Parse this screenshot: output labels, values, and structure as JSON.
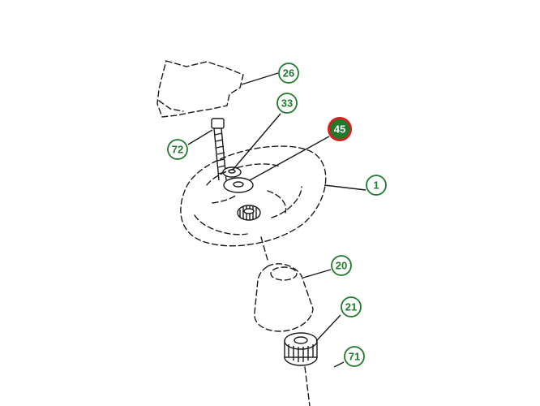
{
  "colors": {
    "callout_ring": "#1f7a2c",
    "callout_text": "#1f7a2c",
    "highlight_fill": "#1f7a2c",
    "highlight_ring": "#d42020",
    "highlight_text": "#ffffff",
    "line": "#1a1a1a"
  },
  "callouts": [
    {
      "id": "26",
      "label": "26",
      "highlighted": false
    },
    {
      "id": "33",
      "label": "33",
      "highlighted": false
    },
    {
      "id": "45",
      "label": "45",
      "highlighted": true
    },
    {
      "id": "72",
      "label": "72",
      "highlighted": false
    },
    {
      "id": "1",
      "label": "1",
      "highlighted": false
    },
    {
      "id": "20",
      "label": "20",
      "highlighted": false
    },
    {
      "id": "21",
      "label": "21",
      "highlighted": false
    },
    {
      "id": "71",
      "label": "71",
      "highlighted": false
    }
  ]
}
